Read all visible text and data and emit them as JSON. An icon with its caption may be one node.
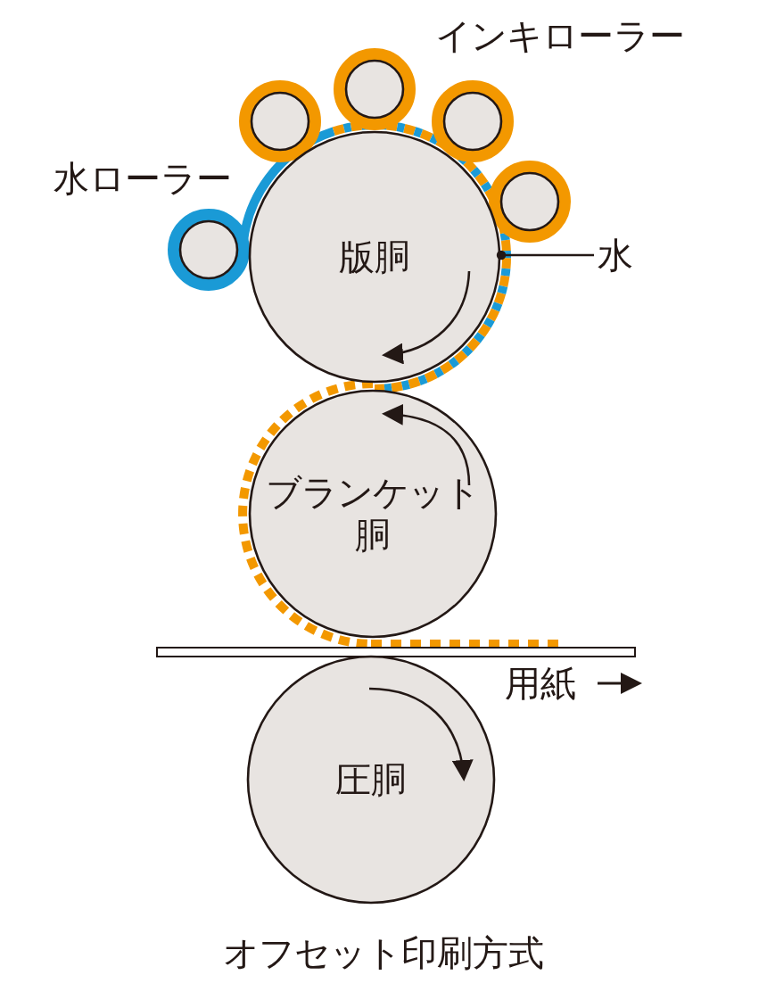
{
  "diagram": {
    "caption": "オフセット印刷方式",
    "nodes": [
      {
        "text": [],
        "shape": "circle"
      },
      {
        "text": [],
        "shape": "circle"
      },
      {
        "text": [],
        "shape": "circle"
      },
      {
        "text": [],
        "shape": "circle"
      },
      {
        "text": [],
        "shape": "circle"
      },
      {
        "text": [
          "版胴"
        ]
      },
      {
        "text": [
          "水"
        ]
      },
      {
        "text": [
          "ブランケット胴"
        ]
      },
      {
        "text": [
          "圧胴"
        ]
      }
    ],
    "edges": [
      {
        "from": 6,
        "to": 5,
        "arrow": "other"
      }
    ],
    "labels": [
      "インキローラー",
      "水ローラー",
      "用紙"
    ]
  }
}
